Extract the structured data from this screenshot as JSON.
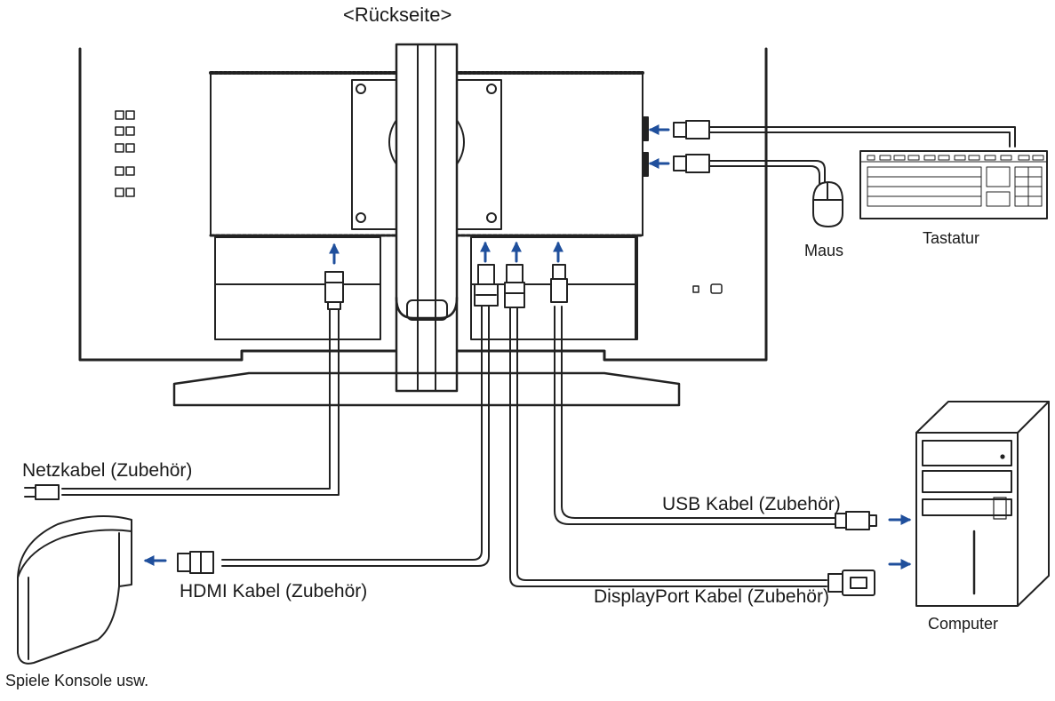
{
  "title": "<Rückseite>",
  "labels": {
    "power_cable": "Netzkabel (Zubehör)",
    "hdmi_cable": "HDMI Kabel (Zubehör)",
    "usb_cable": "USB Kabel (Zubehör)",
    "displayport_cable": "DisplayPort Kabel (Zubehör)",
    "mouse": "Maus",
    "keyboard": "Tastatur",
    "computer": "Computer",
    "console": "Spiele Konsole usw."
  },
  "colors": {
    "line": "#222222",
    "arrow": "#1f4f9c",
    "background": "#ffffff",
    "shade": "#e6e6e6"
  },
  "icons": [
    "arrow-icon",
    "usb-plug-icon",
    "hdmi-plug-icon",
    "displayport-plug-icon",
    "power-plug-icon",
    "mouse-icon",
    "keyboard-icon",
    "computer-tower-icon",
    "game-console-icon"
  ]
}
